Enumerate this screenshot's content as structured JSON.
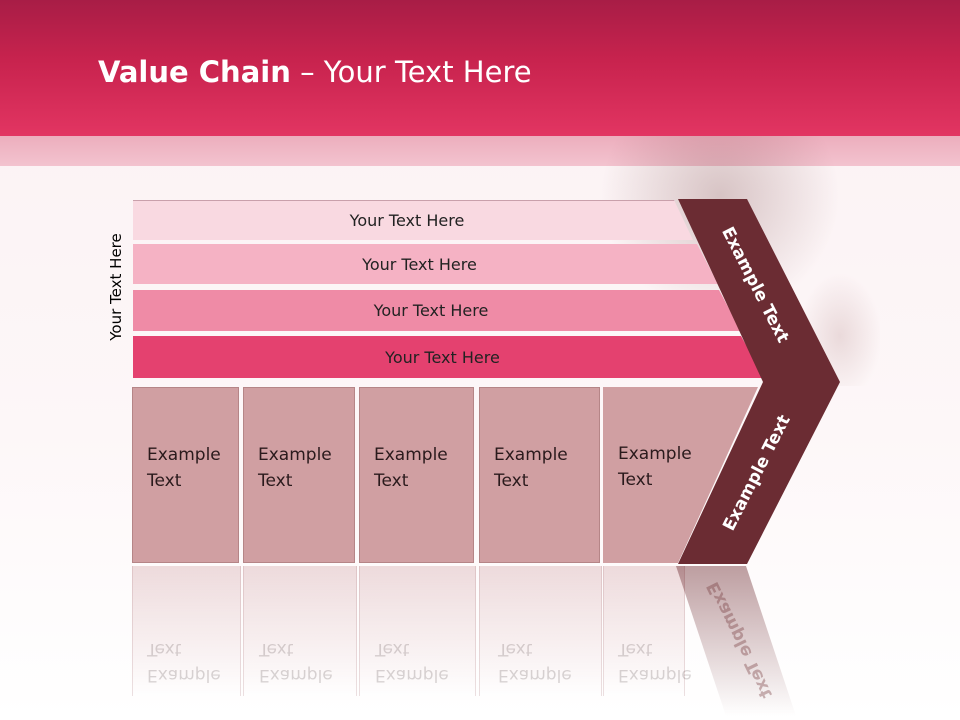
{
  "slide": {
    "title_bold": "Value Chain",
    "title_rest": " – Your Text Here"
  },
  "side_label": "Your Text Here",
  "rows": [
    {
      "label": "Your Text Here",
      "color": "#f9d9e1"
    },
    {
      "label": "Your Text Here",
      "color": "#f5b2c4"
    },
    {
      "label": "Your Text Here",
      "color": "#ef8ba6"
    },
    {
      "label": "Your Text Here",
      "color": "#e4416f"
    }
  ],
  "activities": [
    {
      "line1": "Example",
      "line2": "Text"
    },
    {
      "line1": "Example",
      "line2": "Text"
    },
    {
      "line1": "Example",
      "line2": "Text"
    },
    {
      "line1": "Example",
      "line2": "Text"
    },
    {
      "line1": "Example",
      "line2": "Text"
    }
  ],
  "chevron": {
    "top_label": "Example Text",
    "bottom_label": "Example Text",
    "color": "#6b2c33"
  },
  "colors": {
    "header": "#c8234e",
    "activity_box": "#d09fa2"
  }
}
